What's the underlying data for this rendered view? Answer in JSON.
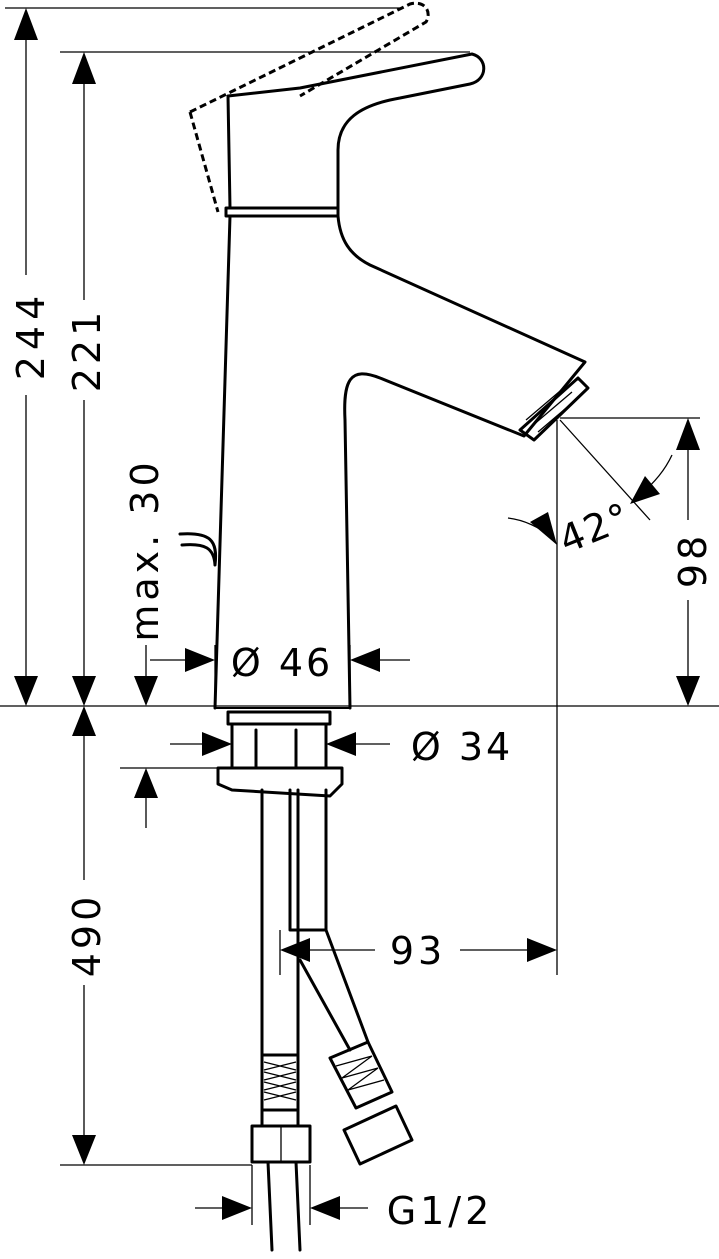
{
  "dimensions": {
    "total_height": "244",
    "spout_height": "221",
    "max_thickness": "max. 30",
    "body_diameter": "Ø 46",
    "thread_diameter": "Ø 34",
    "flow_height": "98",
    "spray_angle": "42°",
    "spout_reach": "93",
    "hose_length": "490",
    "connection": "G1/2"
  },
  "colors": {
    "line": "#000000",
    "background": "#ffffff"
  }
}
